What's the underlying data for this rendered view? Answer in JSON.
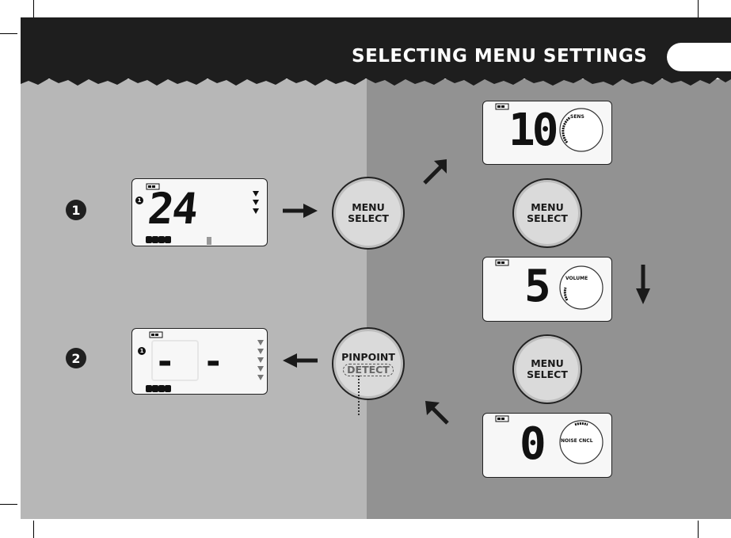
{
  "header": {
    "title": "SELECTING MENU SETTINGS"
  },
  "steps": [
    {
      "number": "1",
      "display_value": "24",
      "button_lines": [
        "MENU",
        "SELECT"
      ]
    },
    {
      "number": "2",
      "display_value": "- -",
      "button_lines": [
        "PINPOINT",
        "DETECT"
      ]
    }
  ],
  "menu_sequence": [
    {
      "display_value": "10",
      "setting_label": "SENS"
    },
    {
      "button_lines": [
        "MENU",
        "SELECT"
      ]
    },
    {
      "display_value": "5",
      "setting_label": "VOLUME"
    },
    {
      "button_lines": [
        "MENU",
        "SELECT"
      ]
    },
    {
      "display_value": "0",
      "setting_label": "NOISE CNCL"
    }
  ],
  "lcd_indicators": {
    "mode_number": "1"
  },
  "colors": {
    "banner": "#1e1e1e",
    "left_panel": "#b7b7b7",
    "right_panel": "#929292",
    "button_face": "#dadada"
  },
  "icons": [
    "arrow-right-icon",
    "arrow-left-icon",
    "arrow-up-right-icon",
    "arrow-down-icon",
    "arrow-up-left-icon",
    "battery-icon",
    "triangle-indicator-icon"
  ]
}
